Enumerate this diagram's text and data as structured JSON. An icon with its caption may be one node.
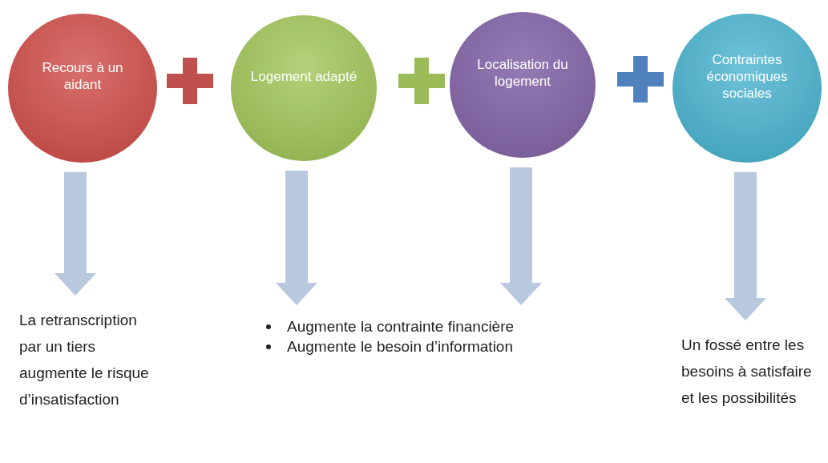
{
  "diagram": {
    "nodes": [
      {
        "text": [
          "Recours à un aidant"
        ]
      },
      {
        "text": [
          "Logement adapté"
        ]
      },
      {
        "text": [
          "Localisation du logement"
        ]
      },
      {
        "text": [
          "Contraintes économiques sociales"
        ]
      },
      {
        "text": [
          "La retranscription par un tiers augmente le risque d’insatisfaction"
        ]
      },
      {
        "text": [
          "Augmente la contrainte financière",
          "Augmente le besoin d’information"
        ]
      },
      {
        "text": [
          "Un fossé entre les besoins à satisfaire et les possibilités"
        ]
      }
    ],
    "edges": [
      {
        "from": 0,
        "to": 4,
        "arrow": "to"
      },
      {
        "from": 1,
        "to": 5,
        "arrow": "to"
      },
      {
        "from": 2,
        "to": 5,
        "arrow": "to"
      },
      {
        "from": 3,
        "to": 6,
        "arrow": "to"
      }
    ]
  }
}
